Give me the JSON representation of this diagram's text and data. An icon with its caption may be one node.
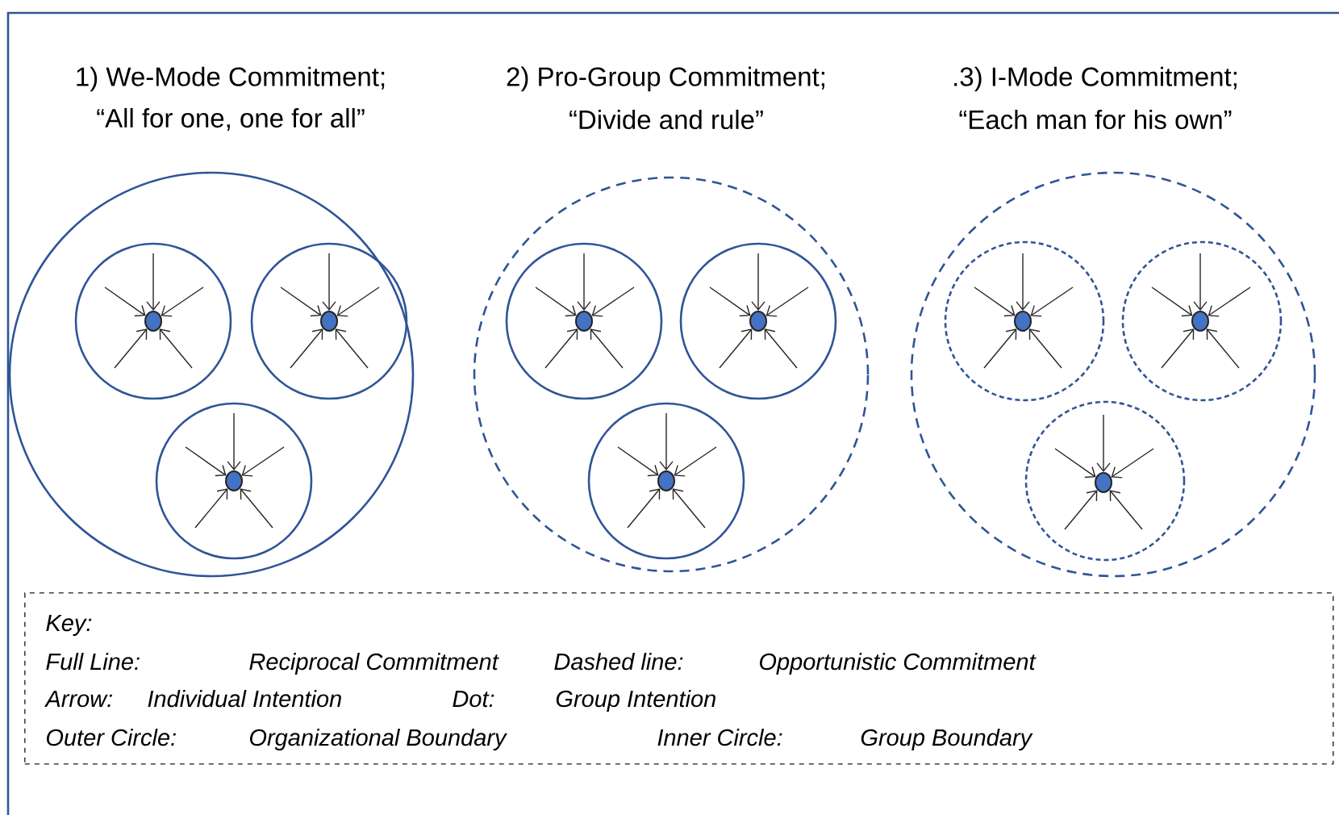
{
  "diagram": {
    "nodes": [
      {
        "text": [
          "1) We-Mode Commitment;",
          "“All for one, one for all”"
        ]
      },
      {
        "text": [],
        "shape": "circle",
        "in": 0
      },
      {
        "text": [],
        "shape": "circle",
        "in": 1
      },
      {
        "text": [],
        "shape": "circle",
        "in": 0
      },
      {
        "text": [],
        "shape": "circle",
        "in": 3
      },
      {
        "text": [],
        "shape": "circle",
        "in": 0
      },
      {
        "text": [],
        "shape": "circle",
        "in": 5
      },
      {
        "text": [
          "2) Pro-Group Commitment;",
          "“Divide and rule”"
        ]
      },
      {
        "text": [],
        "shape": "circle",
        "in": 7
      },
      {
        "text": [],
        "shape": "circle",
        "in": 8
      },
      {
        "text": [],
        "shape": "circle",
        "in": 7
      },
      {
        "text": [],
        "shape": "circle",
        "in": 10
      },
      {
        "text": [],
        "shape": "circle",
        "in": 7
      },
      {
        "text": [],
        "shape": "circle",
        "in": 12
      },
      {
        "text": [
          ".3) I-Mode Commitment;",
          "“Each man for his own”"
        ]
      },
      {
        "text": [],
        "shape": "circle",
        "in": 14
      },
      {
        "text": [],
        "shape": "circle",
        "in": 15
      },
      {
        "text": [],
        "shape": "circle",
        "in": 14
      },
      {
        "text": [],
        "shape": "circle",
        "in": 17
      },
      {
        "text": [],
        "shape": "circle",
        "in": 14
      },
      {
        "text": [],
        "shape": "circle",
        "in": 19
      },
      {
        "text": [
          "Key:",
          "Full Line:",
          "Reciprocal Commitment",
          "Dashed line:",
          "Opportunistic Commitment",
          "Arrow:",
          "Individual Intention",
          "Dot:",
          "Group Intention",
          "Outer Circle:",
          "Organizational Boundary",
          "Inner Circle:",
          "Group Boundary"
        ]
      }
    ],
    "edges": [
      {
        "from": null,
        "to": 2,
        "arrow": "to"
      },
      {
        "from": null,
        "to": 2,
        "arrow": "to"
      },
      {
        "from": null,
        "to": 2,
        "arrow": "to"
      },
      {
        "from": null,
        "to": 2,
        "arrow": "to"
      },
      {
        "from": null,
        "to": 2,
        "arrow": "to"
      },
      {
        "from": null,
        "to": 4,
        "arrow": "to"
      },
      {
        "from": null,
        "to": 4,
        "arrow": "to"
      },
      {
        "from": null,
        "to": 4,
        "arrow": "to"
      },
      {
        "from": null,
        "to": 4,
        "arrow": "to"
      },
      {
        "from": null,
        "to": 4,
        "arrow": "to"
      },
      {
        "from": null,
        "to": 6,
        "arrow": "to"
      },
      {
        "from": null,
        "to": 6,
        "arrow": "to"
      },
      {
        "from": null,
        "to": 6,
        "arrow": "to"
      },
      {
        "from": null,
        "to": 6,
        "arrow": "to"
      },
      {
        "from": null,
        "to": 6,
        "arrow": "to"
      },
      {
        "from": null,
        "to": 9,
        "arrow": "to"
      },
      {
        "from": null,
        "to": 9,
        "arrow": "to"
      },
      {
        "from": null,
        "to": 9,
        "arrow": "to"
      },
      {
        "from": null,
        "to": 9,
        "arrow": "to"
      },
      {
        "from": null,
        "to": 9,
        "arrow": "to"
      },
      {
        "from": null,
        "to": 11,
        "arrow": "to"
      },
      {
        "from": null,
        "to": 11,
        "arrow": "to"
      },
      {
        "from": null,
        "to": 11,
        "arrow": "to"
      },
      {
        "from": null,
        "to": 11,
        "arrow": "to"
      },
      {
        "from": null,
        "to": 11,
        "arrow": "to"
      },
      {
        "from": null,
        "to": 13,
        "arrow": "to"
      },
      {
        "from": null,
        "to": 13,
        "arrow": "to"
      },
      {
        "from": null,
        "to": 13,
        "arrow": "to"
      },
      {
        "from": null,
        "to": 13,
        "arrow": "to"
      },
      {
        "from": null,
        "to": 13,
        "arrow": "to"
      },
      {
        "from": null,
        "to": 16,
        "arrow": "to"
      },
      {
        "from": null,
        "to": 16,
        "arrow": "to"
      },
      {
        "from": null,
        "to": 16,
        "arrow": "to"
      },
      {
        "from": null,
        "to": 16,
        "arrow": "to"
      },
      {
        "from": null,
        "to": 16,
        "arrow": "to"
      },
      {
        "from": null,
        "to": 18,
        "arrow": "to"
      },
      {
        "from": null,
        "to": 18,
        "arrow": "to"
      },
      {
        "from": null,
        "to": 18,
        "arrow": "to"
      },
      {
        "from": null,
        "to": 18,
        "arrow": "to"
      },
      {
        "from": null,
        "to": 18,
        "arrow": "to"
      },
      {
        "from": null,
        "to": 20,
        "arrow": "to"
      },
      {
        "from": null,
        "to": 20,
        "arrow": "to"
      },
      {
        "from": null,
        "to": 20,
        "arrow": "to"
      },
      {
        "from": null,
        "to": 20,
        "arrow": "to"
      },
      {
        "from": null,
        "to": 20,
        "arrow": "to"
      }
    ]
  }
}
